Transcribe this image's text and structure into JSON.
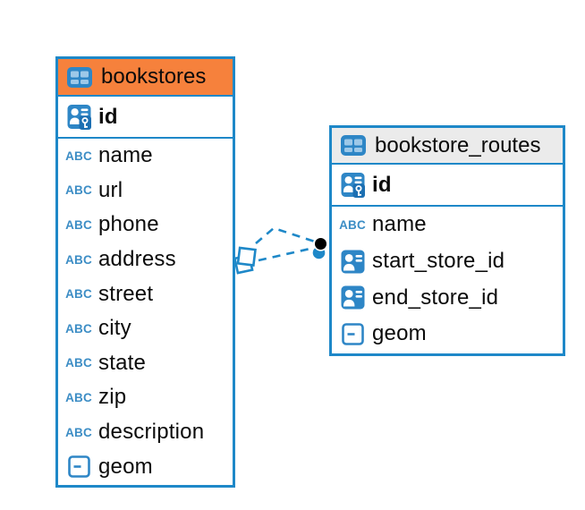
{
  "diagram": {
    "colors": {
      "accent_blue": "#1E88C8",
      "icon_blue": "#2E86C6",
      "header_orange": "#F6813C",
      "header_gray": "#EBEBEB",
      "connector_dot_black": "#000000",
      "background": "#ffffff",
      "text": "#0b0b0b"
    },
    "tables": [
      {
        "name": "bookstores",
        "header_style": "orange",
        "key_columns": [
          {
            "name": "id",
            "type": "primary-key"
          }
        ],
        "columns": [
          {
            "name": "name",
            "type": "text"
          },
          {
            "name": "url",
            "type": "text"
          },
          {
            "name": "phone",
            "type": "text"
          },
          {
            "name": "address",
            "type": "text"
          },
          {
            "name": "street",
            "type": "text"
          },
          {
            "name": "city",
            "type": "text"
          },
          {
            "name": "state",
            "type": "text"
          },
          {
            "name": "zip",
            "type": "text"
          },
          {
            "name": "description",
            "type": "text"
          },
          {
            "name": "geom",
            "type": "geometry"
          }
        ]
      },
      {
        "name": "bookstore_routes",
        "header_style": "gray",
        "key_columns": [
          {
            "name": "id",
            "type": "primary-key"
          }
        ],
        "columns": [
          {
            "name": "name",
            "type": "text"
          },
          {
            "name": "start_store_id",
            "type": "foreign-key"
          },
          {
            "name": "end_store_id",
            "type": "foreign-key"
          },
          {
            "name": "geom",
            "type": "geometry"
          }
        ]
      }
    ],
    "relationships": [
      {
        "from_table": "bookstore_routes",
        "to_table": "bookstores",
        "style": "dashed"
      },
      {
        "from_table": "bookstore_routes",
        "to_table": "bookstores",
        "style": "dashed"
      }
    ]
  }
}
